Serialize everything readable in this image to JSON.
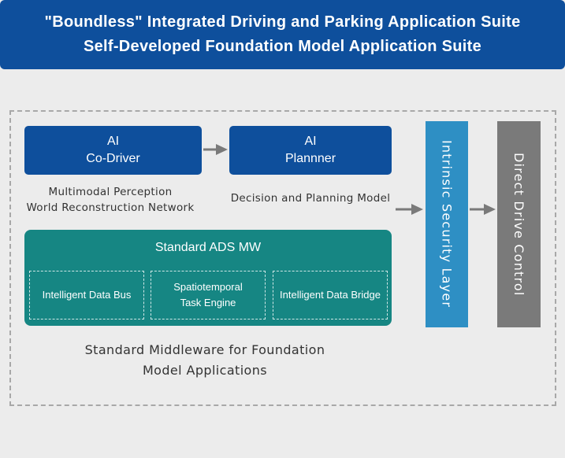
{
  "header": {
    "line1": "\"Boundless\" Integrated Driving and Parking Application Suite",
    "line2": "Self-Developed Foundation Model Application Suite"
  },
  "ai_codriver": {
    "line1": "AI",
    "line2": "Co-Driver",
    "caption_line1": "Multimodal Perception",
    "caption_line2": "World Reconstruction Network"
  },
  "ai_planner": {
    "line1": "AI",
    "line2": "Plannner",
    "caption": "Decision and Planning Model"
  },
  "middleware": {
    "title": "Standard ADS MW",
    "modules": [
      {
        "line1": "Intelligent Data Bus",
        "line2": ""
      },
      {
        "line1": "Spatiotemporal",
        "line2": "Task Engine"
      },
      {
        "line1": "Intelligent Data Bridge",
        "line2": ""
      }
    ],
    "caption_line1": "Standard Middleware for Foundation",
    "caption_line2": "Model Applications"
  },
  "security_layer": {
    "label": "Intrinsic Security Layer"
  },
  "direct_drive": {
    "label": "Direct Drive Control"
  },
  "colors": {
    "primary_blue": "#0e4f9c",
    "teal": "#168683",
    "light_blue": "#2e8fc4",
    "gray": "#7a7a7a"
  }
}
